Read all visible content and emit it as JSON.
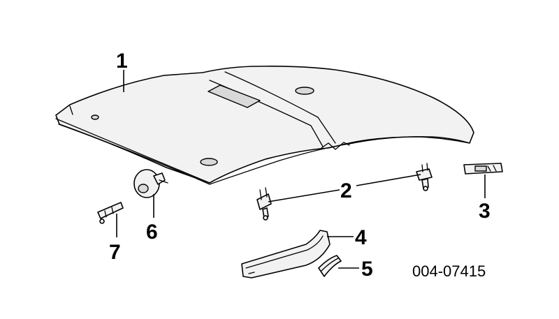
{
  "diagram": {
    "callouts": [
      "1",
      "2",
      "3",
      "4",
      "5",
      "6",
      "7"
    ],
    "figure_code": "004-07415"
  }
}
